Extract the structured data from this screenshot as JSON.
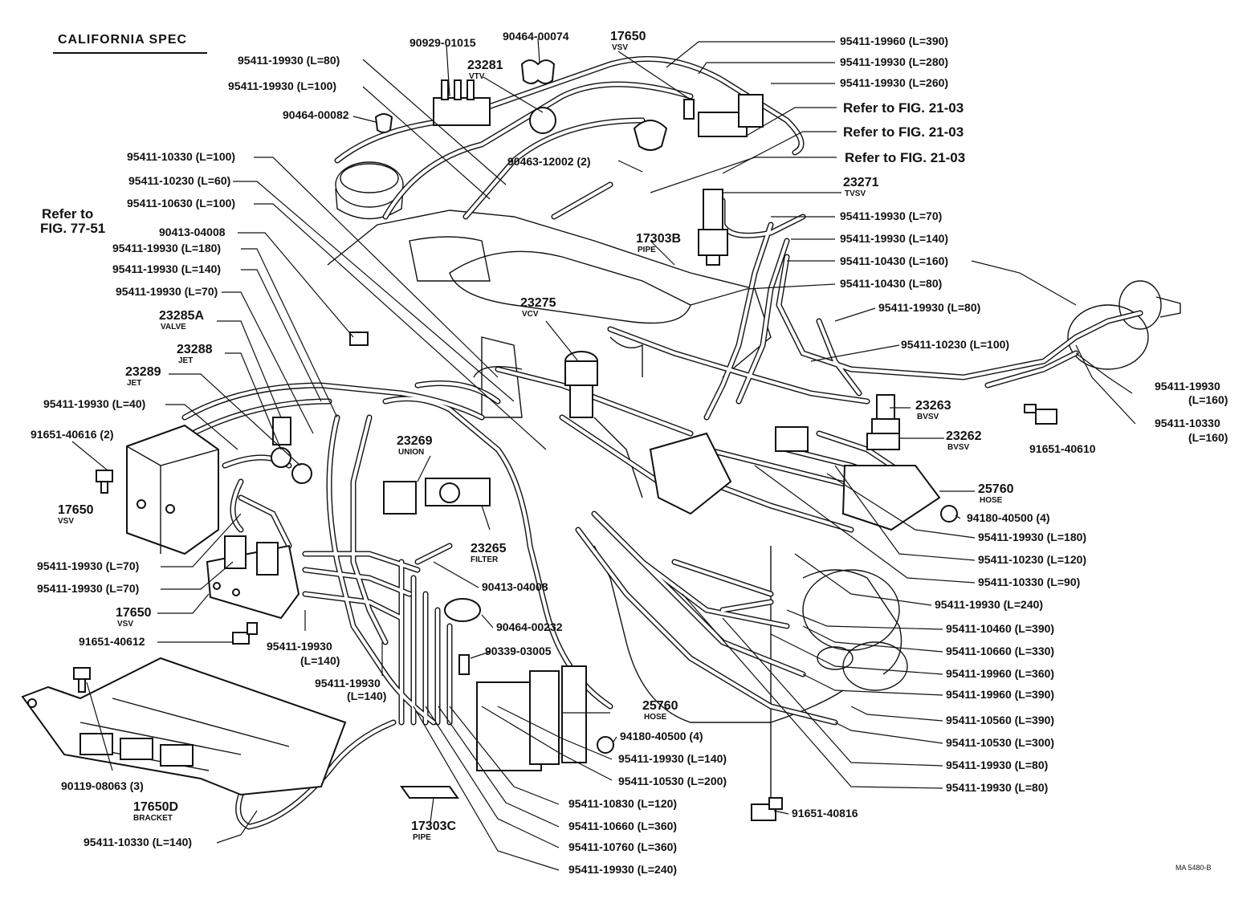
{
  "title": "CALIFORNIA SPEC",
  "code": "MA 5480-B",
  "refs": [
    "Refer to FIG. 21-03",
    "Refer to FIG. 21-03",
    "Refer to FIG. 21-03"
  ],
  "ref_left": [
    "Refer to",
    "FIG. 77-51"
  ],
  "components": {
    "vsv_top": {
      "num": "17650",
      "sub": "VSV"
    },
    "vtv": {
      "num": "23281",
      "sub": "VTV"
    },
    "tvsv": {
      "num": "23271",
      "sub": "TVSV"
    },
    "pipe_b": {
      "num": "17303B",
      "sub": "PIPE"
    },
    "vcv": {
      "num": "23275",
      "sub": "VCV"
    },
    "valve": {
      "num": "23285A",
      "sub": "VALVE"
    },
    "jet1": {
      "num": "23288",
      "sub": "JET"
    },
    "jet2": {
      "num": "23289",
      "sub": "JET"
    },
    "union": {
      "num": "23269",
      "sub": "UNION"
    },
    "filter": {
      "num": "23265",
      "sub": "FILTER"
    },
    "vsv_left": {
      "num": "17650",
      "sub": "VSV"
    },
    "vsv_left2": {
      "num": "17650",
      "sub": "VSV"
    },
    "bvsv1": {
      "num": "23263",
      "sub": "BVSV"
    },
    "bvsv2": {
      "num": "23262",
      "sub": "BVSV"
    },
    "hose_r": {
      "num": "25760",
      "sub": "HOSE"
    },
    "hose_b": {
      "num": "25760",
      "sub": "HOSE"
    },
    "bracket": {
      "num": "17650D",
      "sub": "BRACKET"
    },
    "pipe_c": {
      "num": "17303C",
      "sub": "PIPE"
    }
  },
  "labels_top": [
    "90929-01015",
    "90464-00074",
    "95411-19930 (L=80)",
    "95411-19930 (L=100)",
    "90464-00082",
    "90463-12002 (2)"
  ],
  "labels_left": [
    "95411-10330 (L=100)",
    "95411-10230 (L=60)",
    "95411-10630 (L=100)",
    "90413-04008",
    "95411-19930 (L=180)",
    "95411-19930 (L=140)",
    "95411-19930 (L=70)",
    "95411-19930 (L=40)",
    "91651-40616 (2)",
    "95411-19930 (L=70)",
    "95411-19930 (L=70)",
    "91651-40612",
    "90119-08063 (3)",
    "95411-10330 (L=140)"
  ],
  "labels_right": [
    "95411-19960 (L=390)",
    "95411-19930 (L=280)",
    "95411-19930 (L=260)",
    "95411-19930 (L=70)",
    "95411-19930 (L=140)",
    "95411-10430 (L=160)",
    "95411-10430 (L=80)",
    "95411-19930 (L=80)",
    "95411-10230 (L=100)",
    "91651-40610",
    "94180-40500 (4)",
    "95411-19930 (L=180)",
    "95411-10230 (L=120)",
    "95411-10330 (L=90)",
    "95411-19930 (L=240)",
    "95411-10460 (L=390)",
    "95411-10660 (L=330)",
    "95411-19960 (L=360)",
    "95411-19960 (L=390)",
    "95411-10560 (L=390)",
    "95411-10530 (L=300)",
    "95411-19930 (L=80)",
    "95411-19930 (L=80)",
    "91651-40816"
  ],
  "labels_far_right": [
    [
      "95411-19930",
      "(L=160)"
    ],
    [
      "95411-10330",
      "(L=160)"
    ]
  ],
  "labels_center": [
    "90413-04008",
    "90464-00232",
    "90339-03005",
    "94180-40500 (4)",
    "95411-19930 (L=140)",
    "95411-10530 (L=200)",
    "95411-10830 (L=120)",
    "95411-10660 (L=360)",
    "95411-10760 (L=360)",
    "95411-19930 (L=240)"
  ],
  "labels_center_two": [
    [
      "95411-19930",
      "(L=140)"
    ],
    [
      "95411-19930",
      "(L=140)"
    ]
  ]
}
